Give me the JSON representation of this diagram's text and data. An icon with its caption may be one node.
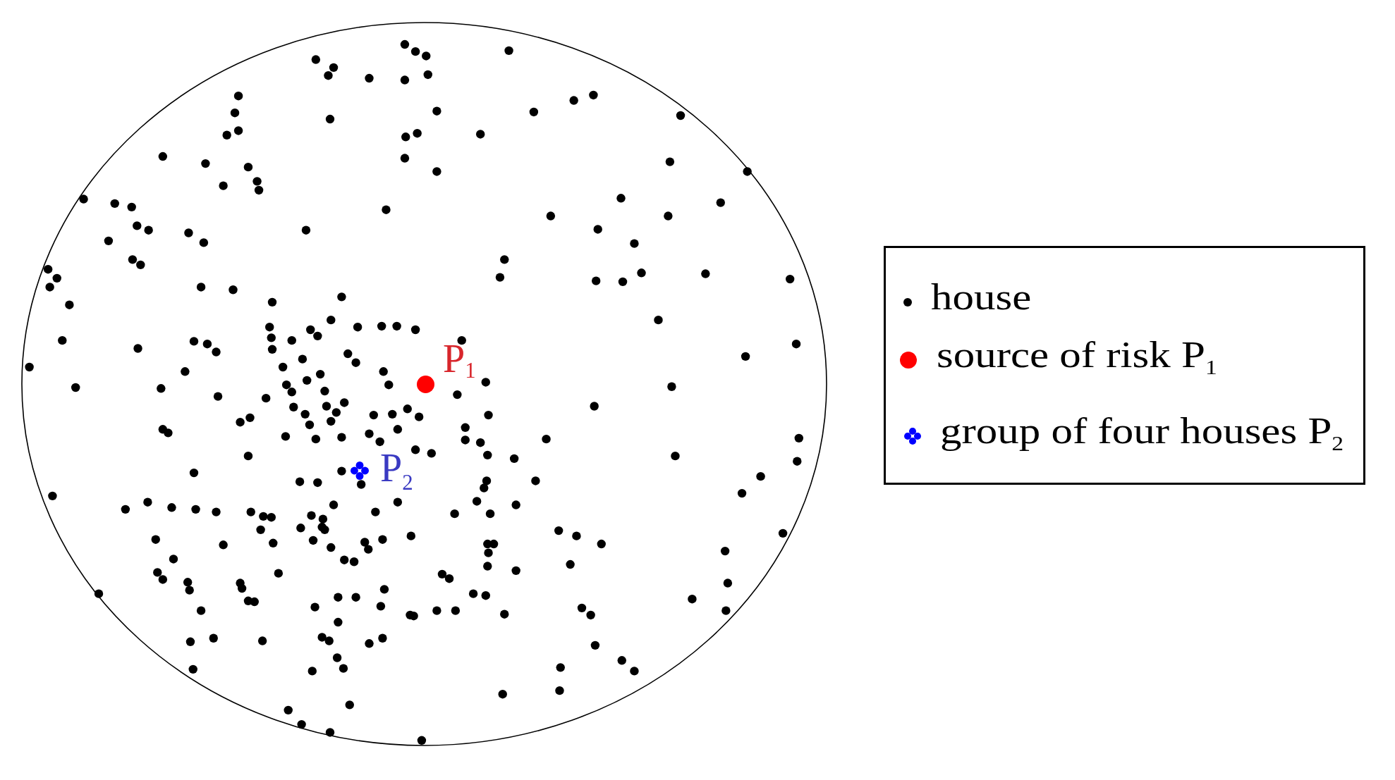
{
  "diagram": {
    "labels": [
      "P$_{1}$",
      "P$_{2}$"
    ],
    "legend": [
      {
        "text": "house",
        "color": "#000000"
      },
      {
        "text": "source of risk P$_{1}$",
        "color": "#ff0000"
      },
      {
        "text": "group of four houses P$_{2}$",
        "color": "#0000ff"
      }
    ]
  }
}
